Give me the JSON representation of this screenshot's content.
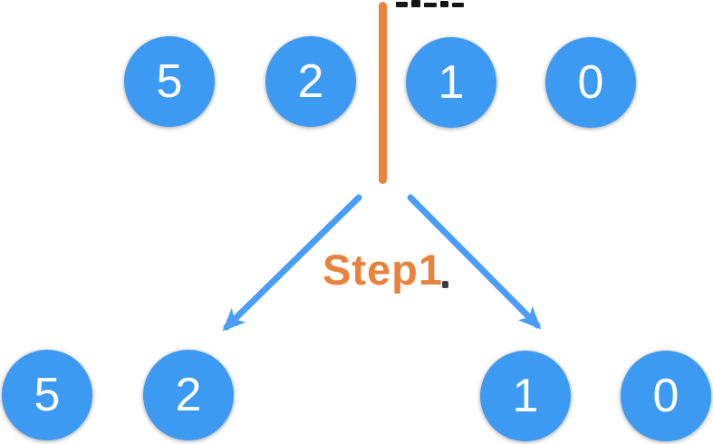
{
  "diagram": {
    "step_label": "Step1",
    "top_row": [
      "5",
      "2",
      "1",
      "0"
    ],
    "bottom_left_group": [
      "5",
      "2"
    ],
    "bottom_right_group": [
      "1",
      "0"
    ],
    "colors": {
      "node_fill": "#3d9af2",
      "node_text": "#ffffff",
      "arrow_blue": "#4a9ef5",
      "accent_orange": "#e8823c"
    }
  }
}
